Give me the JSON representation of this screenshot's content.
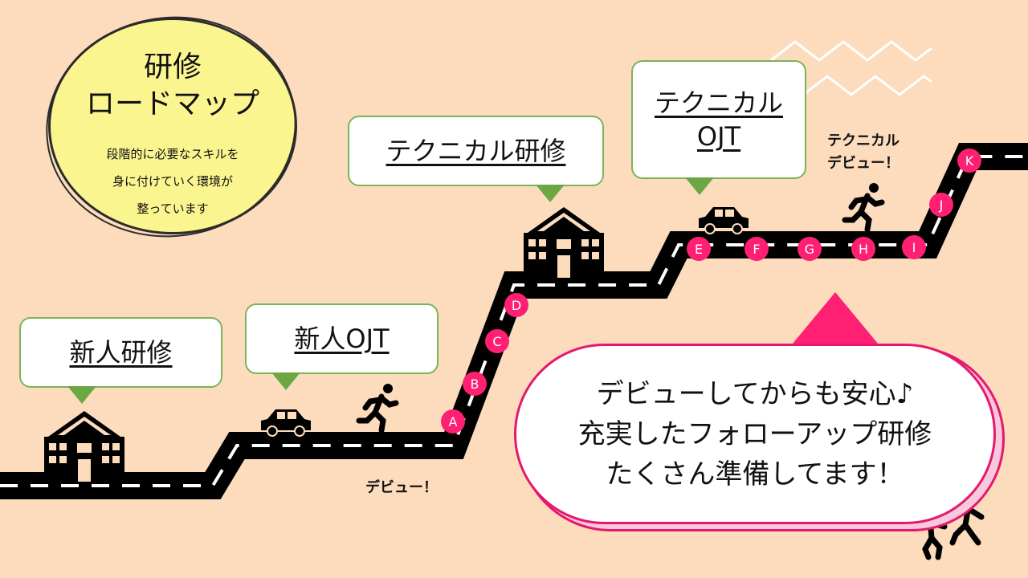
{
  "title": {
    "main": "研修\nロードマップ",
    "sub": "段階的に必要なスキルを\n身に付けていく環境が\n整っています"
  },
  "callouts": {
    "shinjin_kenshu": "新人研修",
    "shinjin_ojt": "新人OJT",
    "technical_kenshu": "テクニカル研修",
    "technical_ojt": "テクニカル\nOJT"
  },
  "debut_labels": {
    "debut": "デビュー！",
    "technical_debut": "テクニカル\nデビュー！"
  },
  "steps": [
    "A",
    "B",
    "C",
    "D",
    "E",
    "F",
    "G",
    "H",
    "I",
    "J",
    "K"
  ],
  "bubble_text": "デビューしてからも安心♪\n充実したフォローアップ研修\nたくさん準備してます！",
  "colors": {
    "background": "#fcdcbc",
    "title_circle": "#fbf58f",
    "callout_border": "#7cb35a",
    "callout_tail": "#6ba844",
    "road": "#000000",
    "road_line": "#ffffff",
    "step_marker": "#ff1f73",
    "bubble_border": "#e4196e",
    "bubble_shadow": "#f8c8dc"
  },
  "icons": [
    "school-building-icon",
    "car-icon",
    "runner-icon",
    "zigzag-decoration",
    "team-runners-icon"
  ]
}
